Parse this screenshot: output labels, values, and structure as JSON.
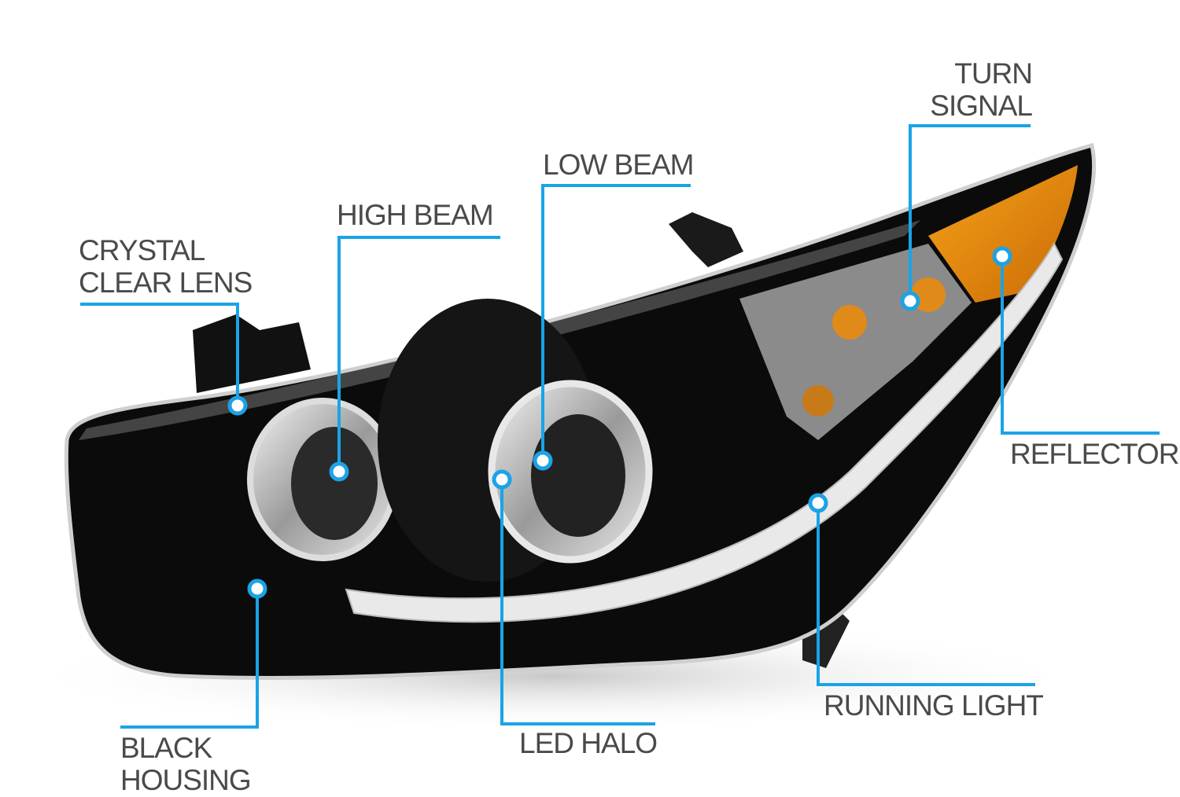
{
  "accent_color": "#1ba3e6",
  "labels": {
    "crystal_clear_lens": [
      "CRYSTAL",
      "CLEAR LENS"
    ],
    "high_beam": "HIGH BEAM",
    "low_beam": "LOW BEAM",
    "turn_signal": [
      "TURN",
      "SIGNAL"
    ],
    "reflector": "REFLECTOR",
    "running_light": "RUNNING LIGHT",
    "led_halo": "LED HALO",
    "black_housing": [
      "BLACK",
      "HOUSING"
    ]
  }
}
